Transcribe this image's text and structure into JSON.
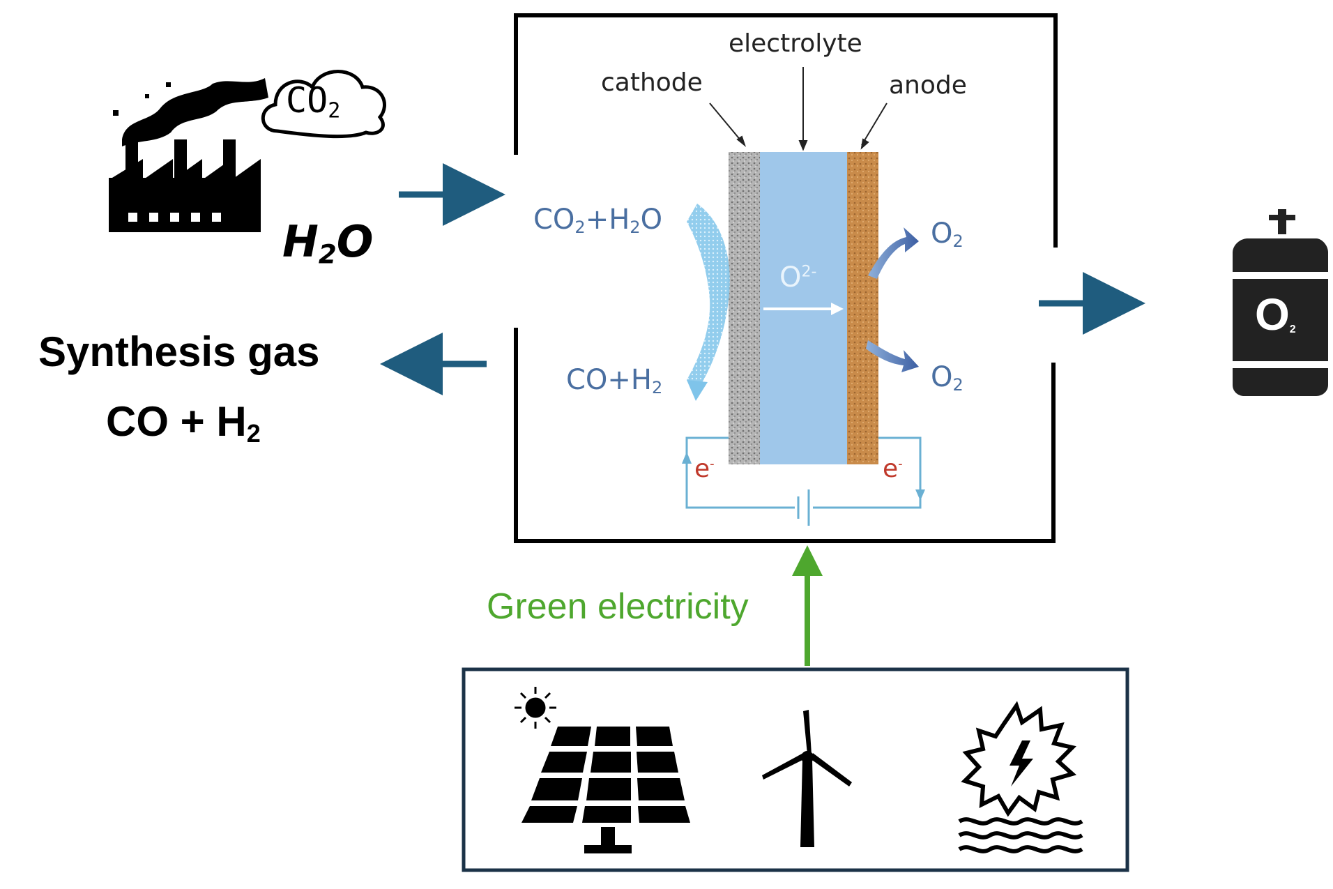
{
  "colors": {
    "flow_arrow": "#1f5c7e",
    "green_arrow": "#4ea72e",
    "electrolyte": "#9fc7ea",
    "cathode": "#a9a9a9",
    "anode": "#c98b4a",
    "gas_blue": "#4a6fa1",
    "electron_red": "#c0392b",
    "frame": "#000000",
    "source_frame": "#1b3247"
  },
  "icons": [
    "factory-icon",
    "cloud-icon",
    "gas-cylinder-icon",
    "solar-panel-icon",
    "sun-icon",
    "wind-turbine-icon",
    "geothermal-icon",
    "battery-icon"
  ],
  "inputs": {
    "cloud_co2": "CO",
    "cloud_co2_sub": "2",
    "water_h": "H",
    "water_sub": "2",
    "water_o": "O"
  },
  "cell": {
    "label_cathode": "cathode",
    "label_electrolyte": "electrolyte",
    "label_anode": "anode",
    "feed_a": "CO",
    "feed_a_sub": "2",
    "feed_b": "+H",
    "feed_b_sub": "2",
    "feed_c": "O",
    "prod_a": "CO+H",
    "prod_a_sub": "2",
    "ion": "O",
    "ion_sup": "2-",
    "o2_top": "O",
    "o2_top_sub": "2",
    "o2_bottom": "O",
    "o2_bottom_sub": "2",
    "electron_left": "e",
    "electron_left_sup": "-",
    "electron_right": "e",
    "electron_right_sup": "-"
  },
  "output": {
    "syngas_title": "Synthesis gas",
    "syngas_formula": "CO + H",
    "syngas_sub": "2",
    "cylinder_label": "O",
    "cylinder_sub": "2"
  },
  "power": {
    "label": "Green electricity"
  }
}
